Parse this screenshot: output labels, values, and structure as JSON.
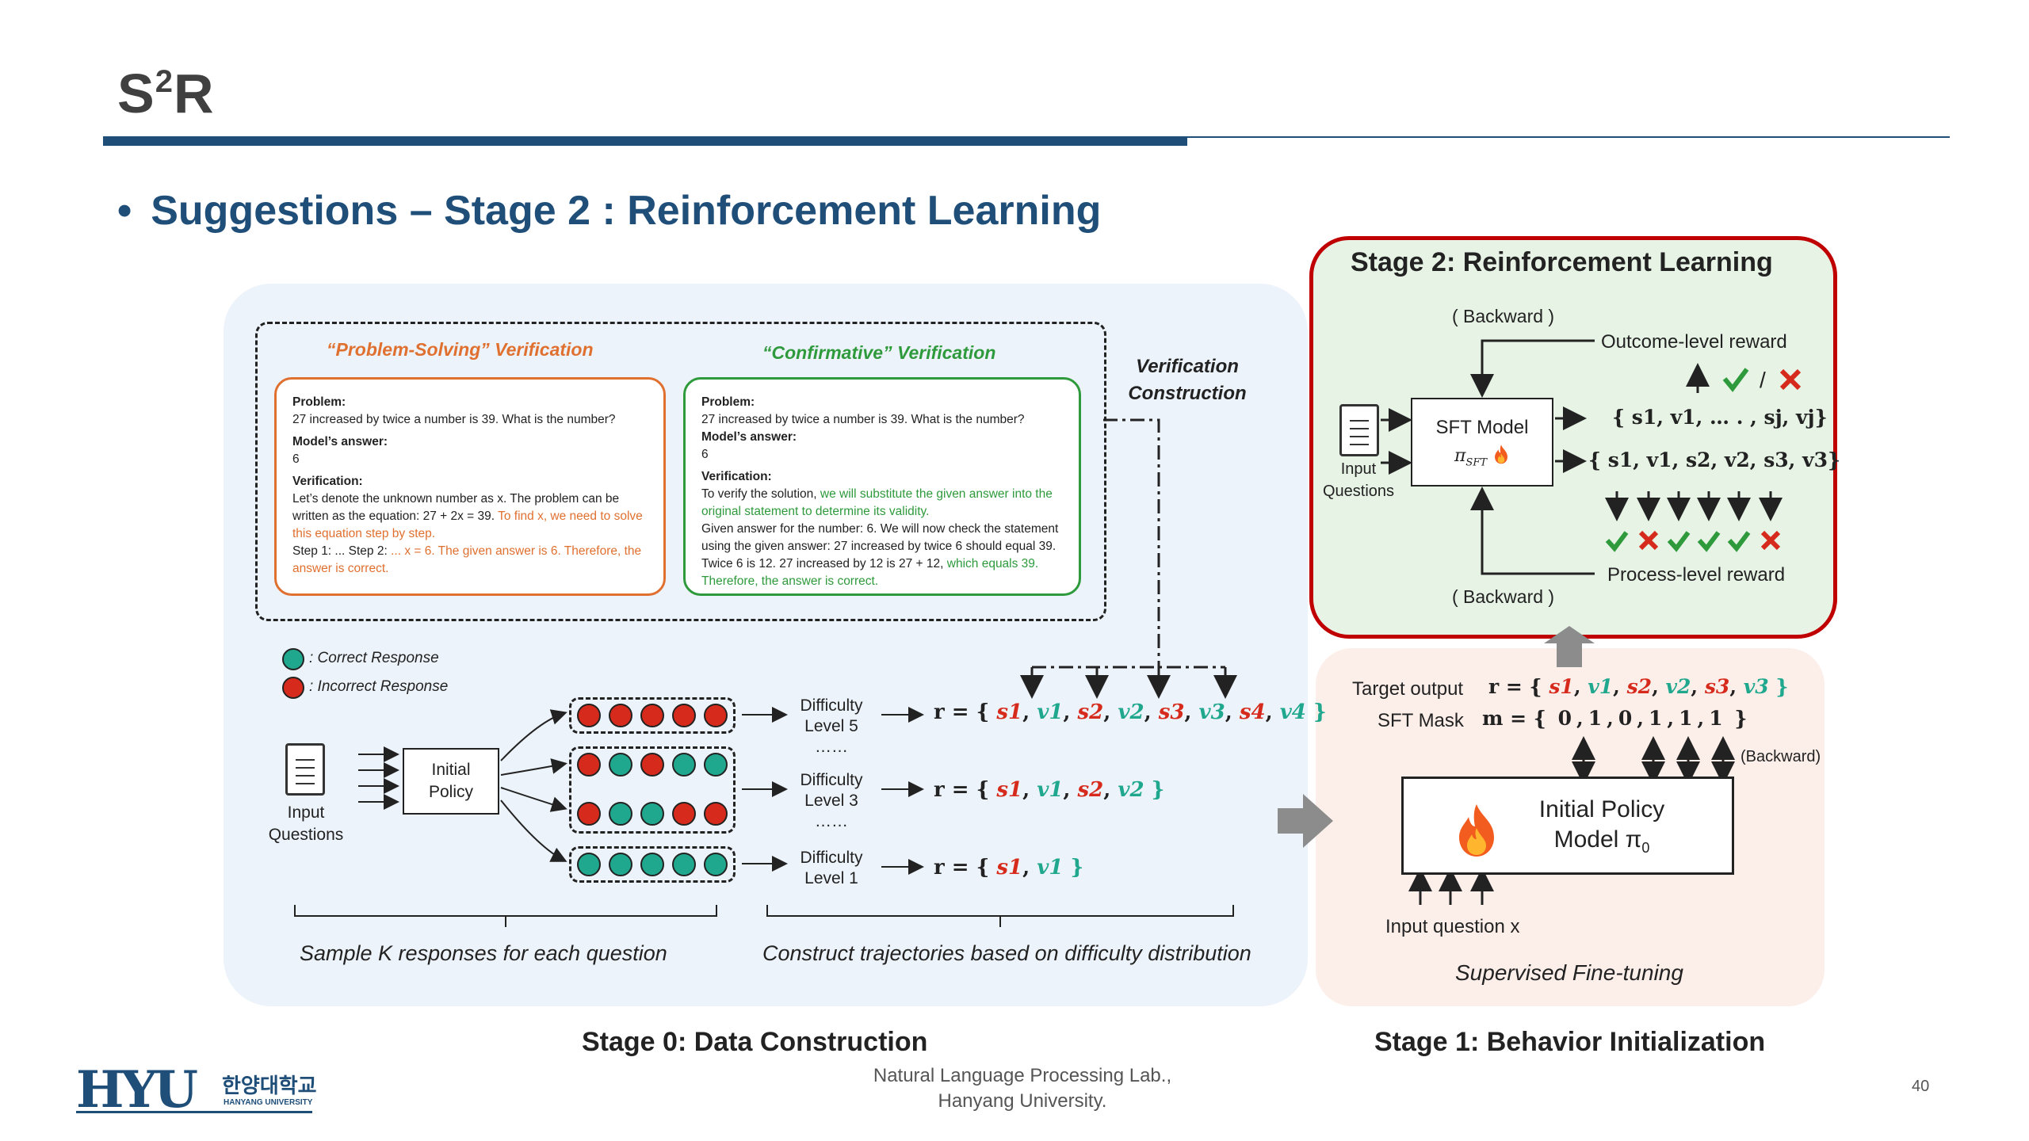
{
  "header": {
    "title_main": "S",
    "title_sup": "2",
    "title_tail": "R",
    "bullet": "•",
    "subtitle": "Suggestions – Stage 2 : Reinforcement Learning"
  },
  "stage0": {
    "ps_heading": "“Problem-Solving” Verification",
    "cf_heading": "“Confirmative” Verification",
    "verif_construction": "Verification Construction",
    "card1": {
      "problem_label": "Problem:",
      "problem_text": "27 increased by twice a number is 39. What is the number?",
      "answer_label": "Model’s answer:",
      "answer_text": "6",
      "verif_label": "Verification:",
      "verif_a": "Let’s denote the unknown number as x. The problem can be written as the equation: 27 + 2x = 39.",
      "verif_b": "To find x, we need to solve this equation step by step.",
      "verif_c": "Step 1: ... Step 2:",
      "verif_d": "... x = 6. The given answer is 6. Therefore, the answer is correct."
    },
    "card2": {
      "problem_label": "Problem:",
      "problem_text": "27 increased by twice a number is 39. What is the number?",
      "answer_label": "Model’s answer:",
      "answer_text": "6",
      "verif_label": "Verification:",
      "verif_a": "To verify the solution,",
      "verif_b": "we will substitute the given answer into the original statement to determine its validity.",
      "verif_c": "Given answer for the number: 6. We will now check the statement using the given answer: 27 increased by twice 6 should equal 39. Twice 6 is 12. 27 increased by 12 is 27 + 12,",
      "verif_d": "which equals 39. Therefore, the answer is correct."
    },
    "legend": {
      "correct": ":  Correct Response",
      "incorrect": ":  Incorrect Response"
    },
    "input_questions_1": "Input",
    "input_questions_2": "Questions",
    "initial_policy_1": "Initial",
    "initial_policy_2": "Policy",
    "rows": [
      [
        "red",
        "red",
        "red",
        "red",
        "red"
      ],
      [
        "red",
        "teal",
        "red",
        "teal",
        "teal"
      ],
      [
        "red",
        "teal",
        "teal",
        "red",
        "red"
      ],
      [
        "teal",
        "teal",
        "teal",
        "teal",
        "teal"
      ]
    ],
    "difficulty": [
      {
        "line1": "Difficulty",
        "line2": "Level 5",
        "dots": "……"
      },
      {
        "line1": "Difficulty",
        "line2": "Level 3",
        "dots": "……"
      },
      {
        "line1": "Difficulty",
        "line2": "Level 1",
        "dots": ""
      }
    ],
    "formula_prefix": "r = {",
    "formula_suffix": "}",
    "traj5": [
      "s1",
      "v1",
      "s2",
      "v2",
      "s3",
      "v3",
      "s4",
      "v4"
    ],
    "traj3": [
      "s1",
      "v1",
      "s2",
      "v2"
    ],
    "traj1": [
      "s1",
      "v1"
    ],
    "caption_left": "Sample  K  responses for each question",
    "caption_right": "Construct trajectories based on difficulty distribution",
    "stage_label": "Stage 0:  Data Construction"
  },
  "stage1": {
    "target_output": "Target output",
    "sft_mask": "SFT  Mask",
    "r_eq": "r = {",
    "m_eq": "m = {",
    "target_tokens": [
      "s1",
      "v1",
      "s2",
      "v2",
      "s3",
      "v3"
    ],
    "mask_values": [
      "0",
      "1",
      "0",
      "1",
      "1",
      "1"
    ],
    "backward": "(Backward)",
    "box_line1": "Initial Policy",
    "box_line2": "Model π",
    "box_sub": "0",
    "input_question": "Input question x",
    "caption": "Supervised Fine-tuning",
    "stage_label": "Stage 1: Behavior Initialization"
  },
  "stage2": {
    "title": "Stage 2: Reinforcement Learning",
    "backward_top": "( Backward )",
    "backward_bottom": "( Backward )",
    "outcome_reward": "Outcome-level reward",
    "process_reward": "Process-level reward",
    "input_1": "Input",
    "input_2": "Questions",
    "sft_model": "SFT  Model",
    "pi_sft": "π",
    "pi_sub": "SFT",
    "out1": "{ s1, v1, … . , sj, vj}",
    "out2": "{ s1, v1, s2, v2, s3, v3}",
    "slash": "/",
    "process_marks": [
      "check",
      "cross",
      "check",
      "check",
      "check",
      "cross"
    ]
  },
  "footer": {
    "lab_line1": "Natural Language Processing Lab.,",
    "lab_line2": "Hanyang University.",
    "page": "40",
    "logo": "HYU",
    "logo_kr": "한양대학교",
    "logo_en": "HANYANG UNIVERSITY"
  },
  "colors": {
    "brand": "#1f4e79",
    "correct": "#20a88e",
    "incorrect": "#d62b1c",
    "ps_orange": "#e07030",
    "cf_green": "#2e9a3c",
    "stage2_border": "#c00000"
  }
}
